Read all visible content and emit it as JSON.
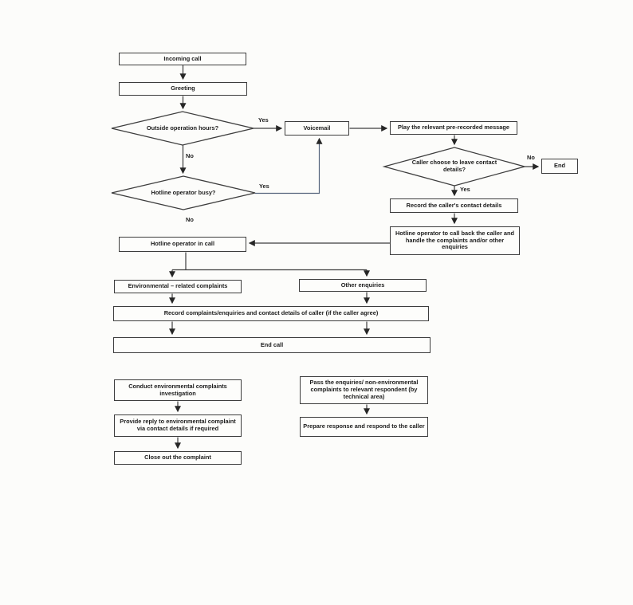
{
  "flowchart": {
    "nodes": {
      "incoming_call": "Incoming call",
      "greeting": "Greeting",
      "outside_hours": "Outside operation hours?",
      "voicemail": "Voicemail",
      "play_message": "Play the relevant pre-recorded message",
      "leave_details": "Caller choose to leave contact details?",
      "end": "End",
      "record_contact": "Record the caller's contact details",
      "callback": "Hotline operator to call back the caller and handle the complaints and/or other enquiries",
      "operator_busy": "Hotline operator busy?",
      "operator_in_call": "Hotline operator in call",
      "env_complaints": "Environmental – related complaints",
      "other_enquiries": "Other enquiries",
      "record_complaints": "Record complaints/enquiries and contact details of caller (if the caller agree)",
      "end_call": "End call",
      "conduct_investigation": "Conduct environmental complaints investigation",
      "pass_enquiries": "Pass the enquiries/ non-environmental complaints to relevant respondent (by technical area)",
      "provide_reply": "Provide reply to environmental complaint via contact details if required",
      "prepare_response": "Prepare response and respond to the caller",
      "close_out": "Close out the complaint"
    },
    "edge_labels": {
      "outside_hours_yes": "Yes",
      "outside_hours_no": "No",
      "busy_yes": "Yes",
      "busy_no": "No",
      "leave_details_no": "No",
      "leave_details_yes": "Yes"
    }
  },
  "colors": {
    "line": "#3d3d3d",
    "callback_line": "#55647c",
    "text": "#1c1c1c",
    "background": "#fcfcfa"
  }
}
